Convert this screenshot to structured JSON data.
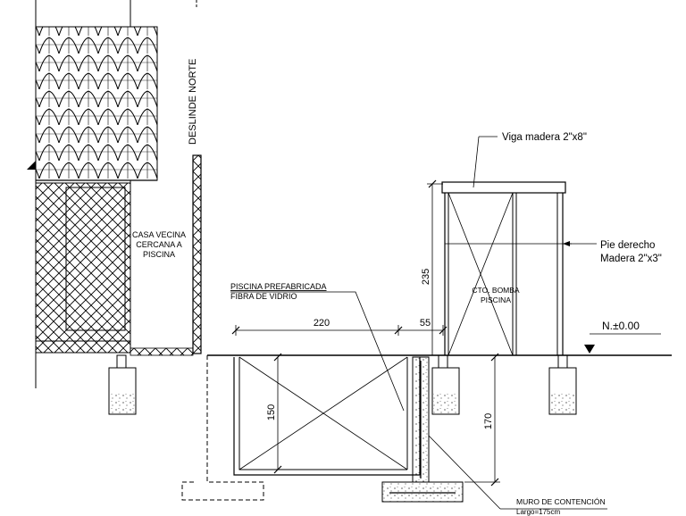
{
  "labels": {
    "deslinde": "DESLINDE NORTE",
    "casa_line1": "CASA VECINA",
    "casa_line2": "CERCANA A",
    "casa_line3": "PISCINA",
    "piscina_line1": "PISCINA PREFABRICADA",
    "piscina_line2": "FIBRA DE VIDRIO",
    "viga": "Viga madera 2\"x8\"",
    "pie_line1": "Pie derecho",
    "pie_line2": "Madera 2\"x3\"",
    "cto_line1": "CTO. BOMBA",
    "cto_line2": "PISCINA",
    "nivel": "N.±0.00",
    "muro_line1": "MURO DE CONTENCIÓN",
    "muro_line2": "Largo=175cm"
  },
  "dimensions": {
    "d220": "220",
    "d55": "55",
    "d235": "235",
    "d150": "150",
    "d170": "170"
  }
}
